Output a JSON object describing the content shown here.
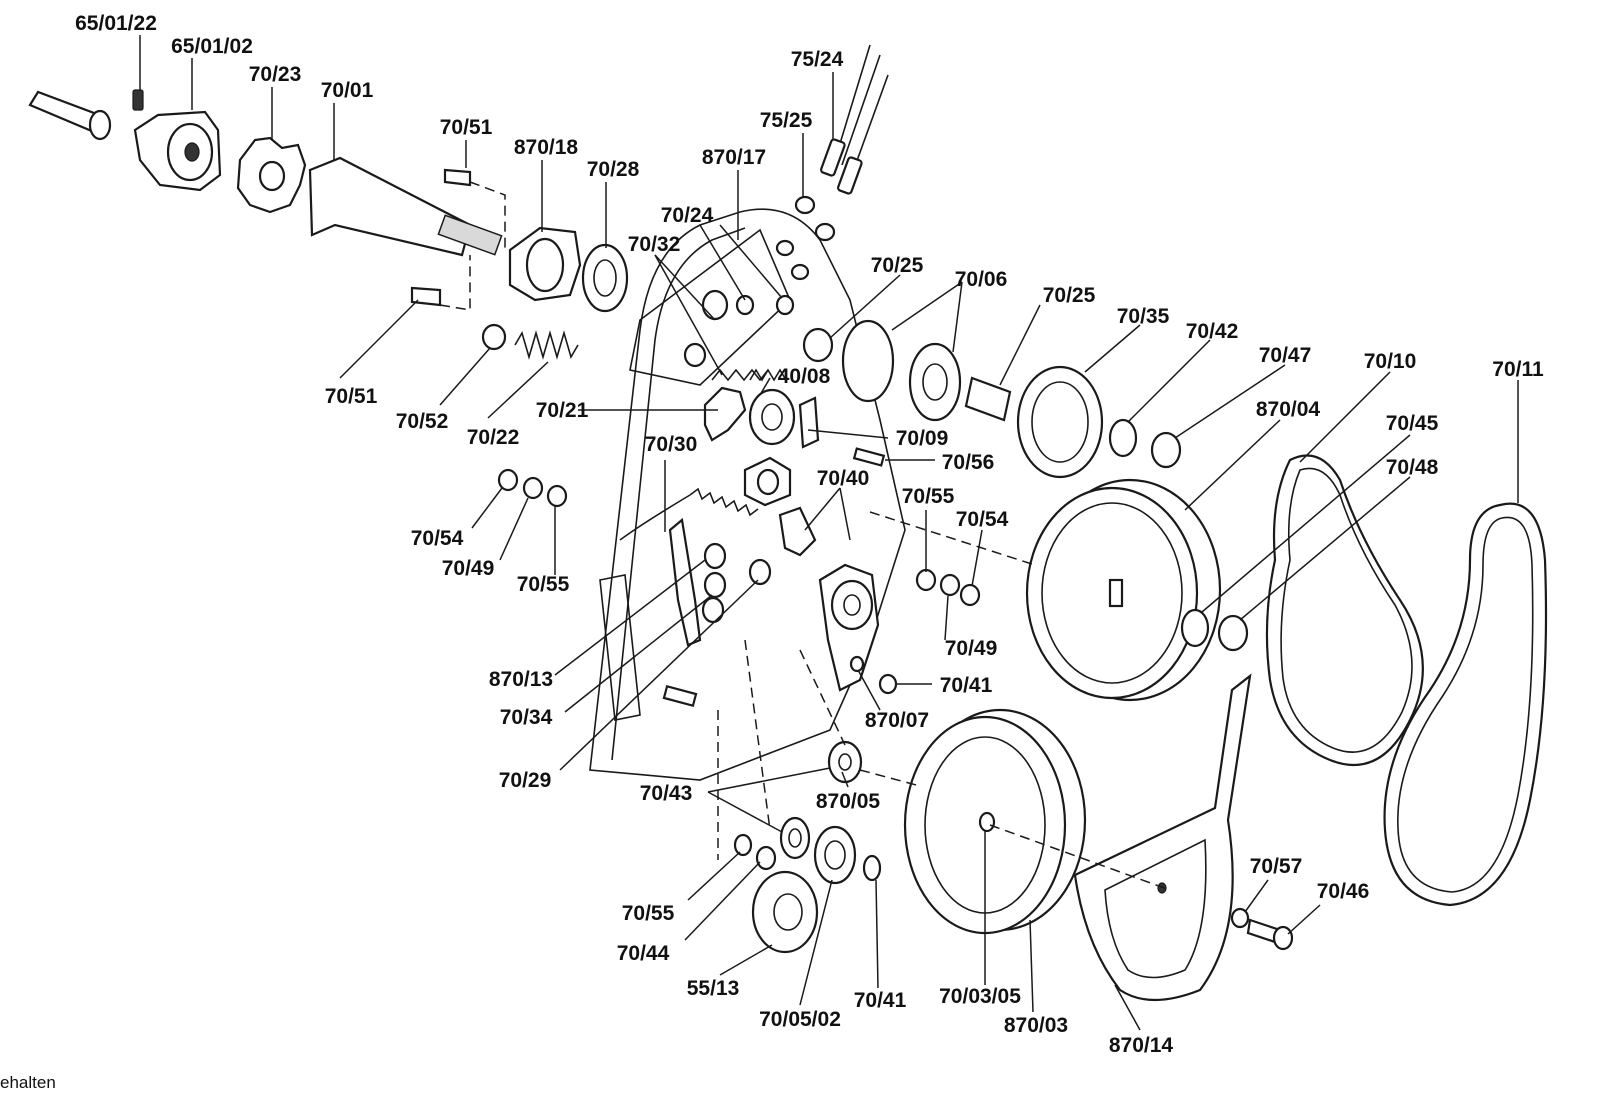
{
  "colors": {
    "ink": "#1a1a1a",
    "background": "#ffffff"
  },
  "labels": {
    "p65_01_22": "65/01/22",
    "p65_01_02": "65/01/02",
    "p70_23": "70/23",
    "p70_01": "70/01",
    "p70_51_top": "70/51",
    "p870_18": "870/18",
    "p70_28": "70/28",
    "p870_17": "870/17",
    "p75_24": "75/24",
    "p75_25": "75/25",
    "p70_24": "70/24",
    "p70_32": "70/32",
    "p70_25_a": "70/25",
    "p70_06": "70/06",
    "p70_25_b": "70/25",
    "p70_35": "70/35",
    "p70_42": "70/42",
    "p70_47": "70/47",
    "p70_10": "70/10",
    "p70_11": "70/11",
    "p870_04": "870/04",
    "p70_45": "70/45",
    "p70_48": "70/48",
    "p70_51_bottom": "70/51",
    "p70_52": "70/52",
    "p70_22": "70/22",
    "p70_21": "70/21",
    "p40_08": "40/08",
    "p70_09": "70/09",
    "p70_56": "70/56",
    "p70_30": "70/30",
    "p70_40": "70/40",
    "p70_55_a": "70/55",
    "p70_54_a": "70/54",
    "p70_54_b": "70/54",
    "p70_49_a": "70/49",
    "p70_55_b": "70/55",
    "p70_49_b": "70/49",
    "p870_13": "870/13",
    "p70_34": "70/34",
    "p70_41_a": "70/41",
    "p870_07": "870/07",
    "p70_29": "70/29",
    "p70_43": "70/43",
    "p870_05": "870/05",
    "p70_55_c": "70/55",
    "p70_44": "70/44",
    "p55_13": "55/13",
    "p70_05_02": "70/05/02",
    "p70_41_b": "70/41",
    "p70_03_05": "70/03/05",
    "p870_03": "870/03",
    "p870_14": "870/14",
    "p70_57": "70/57",
    "p70_46": "70/46"
  },
  "footer": {
    "text": "ehalten"
  }
}
